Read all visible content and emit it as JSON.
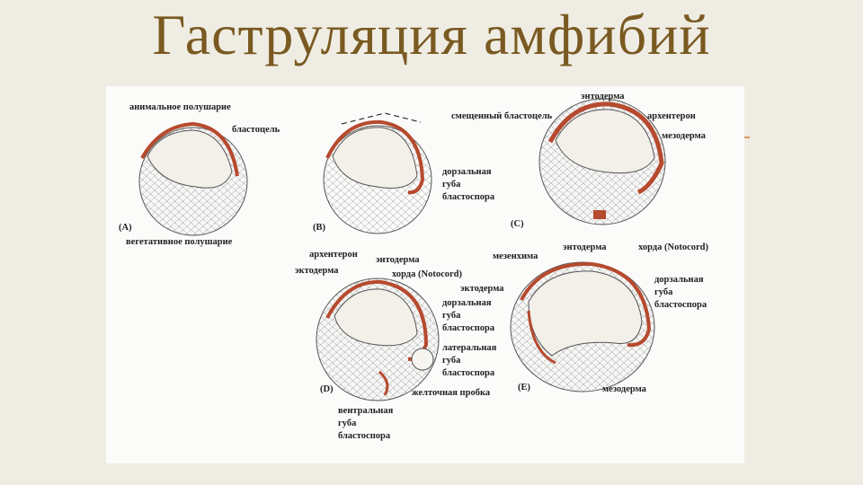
{
  "title": "Гаструляция амфибий",
  "colors": {
    "title": "#7a5a22",
    "mesoderm": "#b64a2e",
    "background": "#efede3"
  },
  "panels": {
    "A": {
      "letter": "(A)",
      "animal": "анимальное полушарие",
      "blastocoel": "бластоцель",
      "vegetal": "вегетативное полушарие"
    },
    "B": {
      "letter": "(B)",
      "dorsal_lip": [
        "дорзальная",
        "губа",
        "бластоспора"
      ]
    },
    "C": {
      "letter": "(C)",
      "displaced": "смещенный бластоцель",
      "endoderm": "энтодерма",
      "archenteron": "архентерон",
      "mesoderm": "мезодерма"
    },
    "D": {
      "letter": "(D)",
      "archenteron": "архентерон",
      "endoderm": "энтодерма",
      "ectoderm": "эктодерма",
      "notochord": "хорда (Notocord)",
      "dorsal_lip": [
        "дорзальная",
        "губа",
        "бластоспора"
      ],
      "lateral_lip": [
        "латеральная",
        "губа",
        "бластоспора"
      ],
      "yolk_plug": "желточная пробка",
      "ventral_lip": [
        "вентральная",
        "губа",
        "бластоспора"
      ]
    },
    "E": {
      "letter": "(E)",
      "mesenchyme": "мезенхима",
      "endoderm": "энтодерма",
      "notochord": "хорда (Notocord)",
      "ectoderm": "эктодерма",
      "dorsal_lip": [
        "дорзальная",
        "губа",
        "бластоспора"
      ],
      "mesoderm": "мезодерма"
    }
  }
}
